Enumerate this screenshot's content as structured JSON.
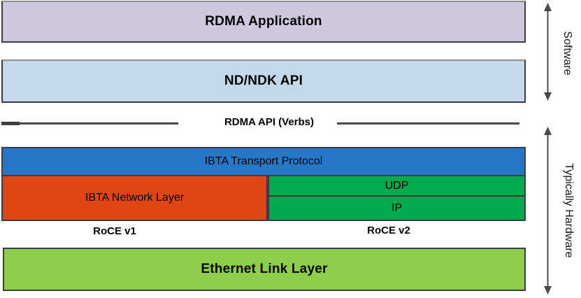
{
  "diagram": {
    "layers": {
      "rdma_application": "RDMA Application",
      "nd_ndk_api": "ND/NDK API",
      "rdma_api_verbs": "RDMA API (Verbs)",
      "ibta_transport_protocol": "IBTA Transport Protocol",
      "ibta_network_layer": "IBTA Network Layer",
      "udp": "UDP",
      "ip": "IP",
      "roce_v1": "RoCE v1",
      "roce_v2": "RoCE v2",
      "ethernet_link_layer": "Ethernet Link Layer"
    },
    "side_labels": {
      "software": "Software",
      "typically_hardware": "Typically Hardware"
    },
    "colors": {
      "rdma_application_bg": "#cfc9de",
      "nd_ndk_api_bg": "#c3d9ea",
      "ibta_transport_bg": "#2777c8",
      "ibta_network_bg": "#de4715",
      "udp_ip_bg": "#00a94e",
      "ethernet_bg": "#8fce4c",
      "box_border": "#3c3c44",
      "divider_line": "#4a4a4a",
      "arrow": "#4a4a50"
    }
  }
}
